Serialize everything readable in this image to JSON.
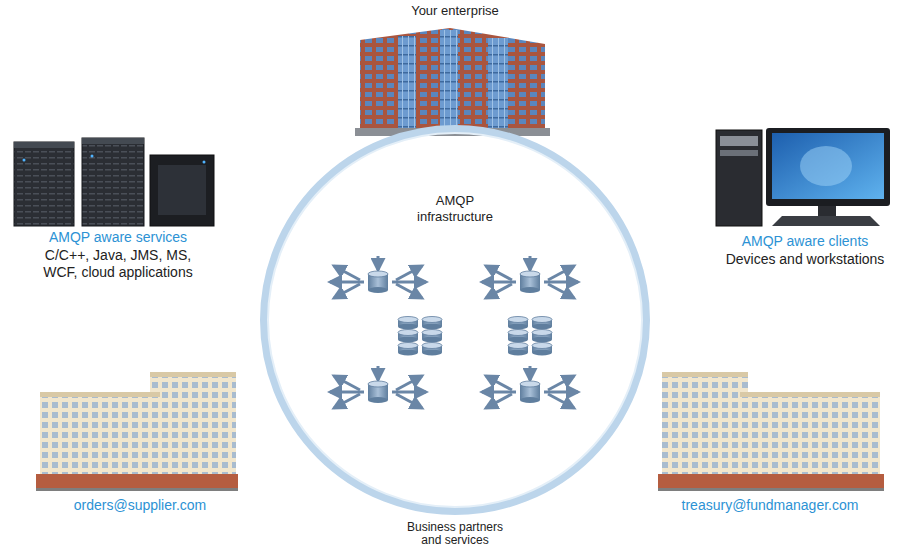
{
  "diagram": {
    "nodes": [
      {
        "text": [
          "AMQP infrastructure"
        ]
      }
    ],
    "labels": [
      "Your enterprise",
      "AMQP aware services",
      "C/C++, Java, JMS, MS, WCF, cloud applications",
      "AMQP aware clients",
      "Devices and workstations",
      "orders@supplier.com",
      "treasury@fundmanager.com",
      "Business partners and services"
    ]
  }
}
